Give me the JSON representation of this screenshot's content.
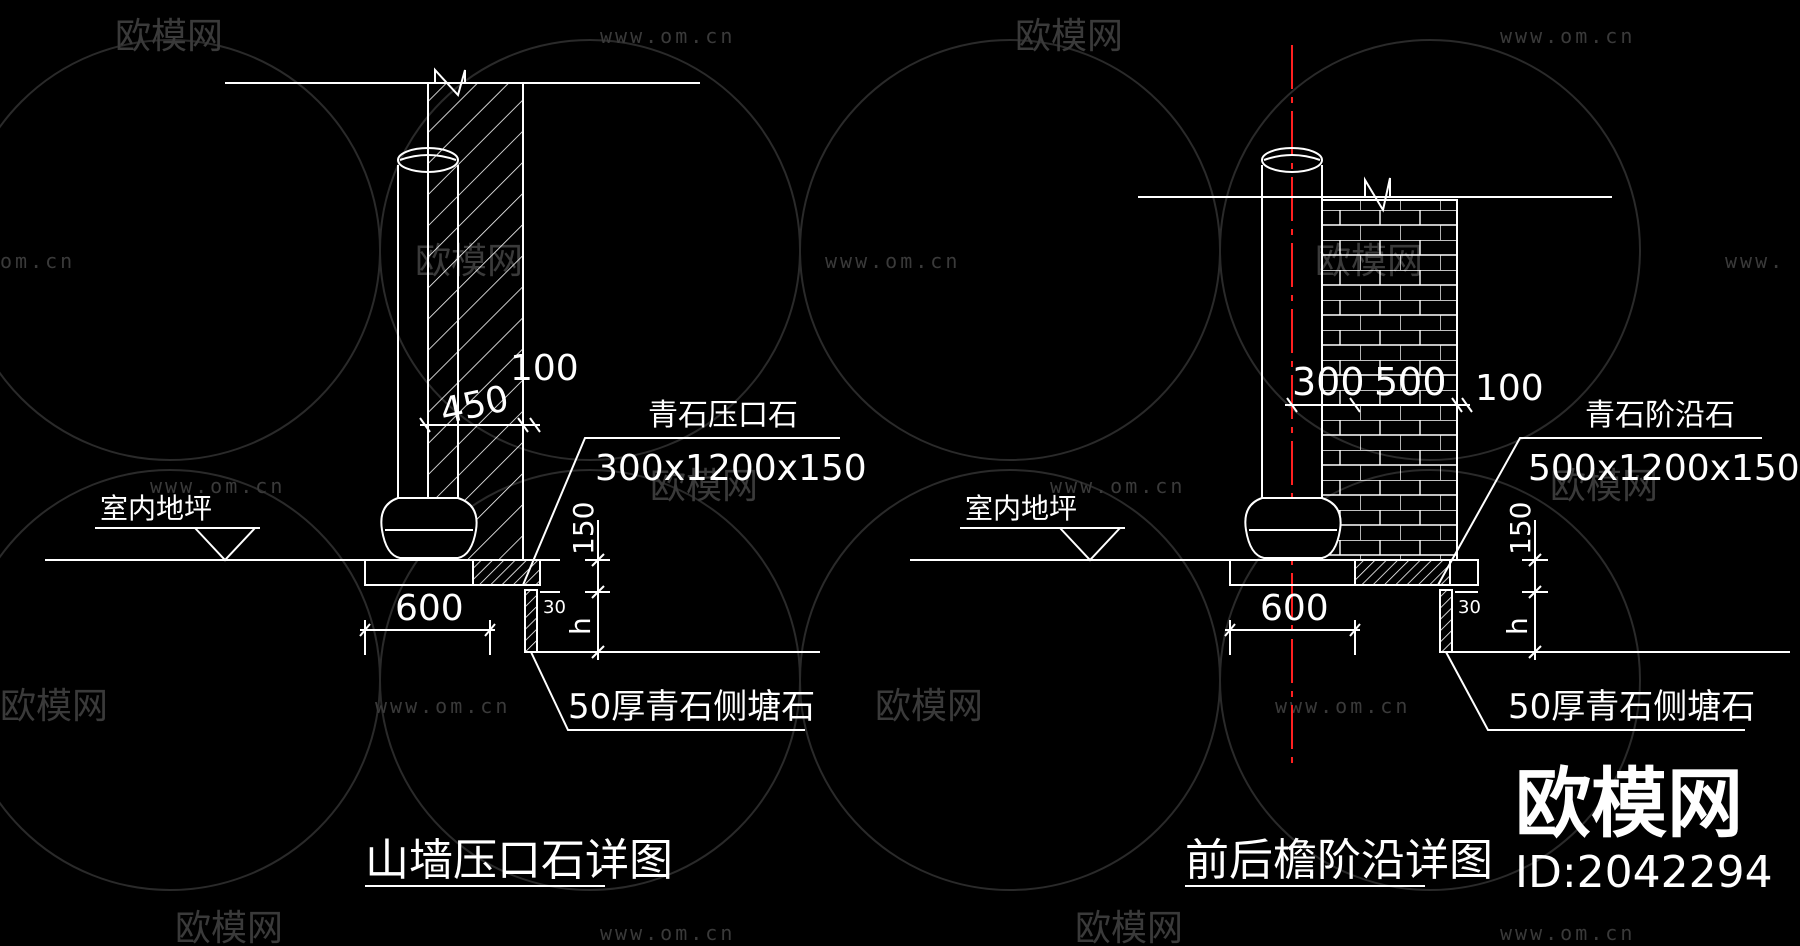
{
  "watermark": {
    "brand": "欧模网",
    "url": "www.om.cn",
    "url_fragment_left": "om.cn",
    "url_fragment_right": "www."
  },
  "left_detail": {
    "title": "山墙压口石详图",
    "floor_label": "室内地坪",
    "stone_label": "青石压口石",
    "stone_size": "300x1200x150",
    "dim_wall": "450",
    "dim_offset": "100",
    "dim_base": "600",
    "dim_height": "150",
    "dim_h": "h",
    "dim_30": "30",
    "side_stone": "50厚青石侧塘石"
  },
  "right_detail": {
    "title": "前后檐阶沿详图",
    "floor_label": "室内地坪",
    "stone_label": "青石阶沿石",
    "stone_size": "500x1200x150",
    "dim_300": "300",
    "dim_500": "500",
    "dim_offset": "100",
    "dim_base": "600",
    "dim_height": "150",
    "dim_h": "h",
    "dim_30": "30",
    "side_stone": "50厚青石侧塘石"
  },
  "stamp": {
    "brand": "欧模网",
    "id": "ID:2042294"
  },
  "colors": {
    "background": "#000000",
    "line": "#ffffff",
    "axis": "#ff2020",
    "watermark": "#3a3a3a"
  }
}
